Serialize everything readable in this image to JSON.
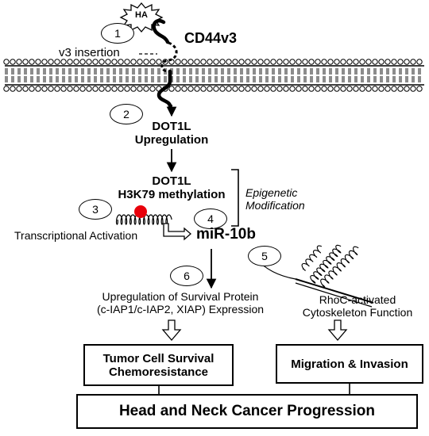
{
  "receptor": {
    "ligand": "HA",
    "name": "CD44v3",
    "insertion_label": "v3 insertion"
  },
  "steps": [
    "1",
    "2",
    "3",
    "4",
    "5",
    "6"
  ],
  "dot1l_up": {
    "line1": "DOT1L",
    "line2": "Upregulation"
  },
  "dot1l_meth": {
    "line1": "DOT1L",
    "line2": "H3K79 methylation"
  },
  "epigenetic": {
    "line1": "Epigenetic",
    "line2": "Modification"
  },
  "transcriptional": "Transcriptional Activation",
  "mirna": "miR-10b",
  "survival_protein": {
    "line1": "Upregulation of Survival Protein",
    "line2": "(c-IAP1/c-IAP2, XIAP) Expression"
  },
  "rhoc": {
    "line1": "RhoC-activated",
    "line2": "Cytoskeleton Function"
  },
  "box_survival": {
    "line1": "Tumor Cell Survival",
    "line2": "Chemoresistance"
  },
  "box_migration": "Migration & Invasion",
  "box_progression": "Head and Neck Cancer Progression",
  "colors": {
    "methyl_mark": "#e8000b",
    "stroke": "#000000"
  }
}
